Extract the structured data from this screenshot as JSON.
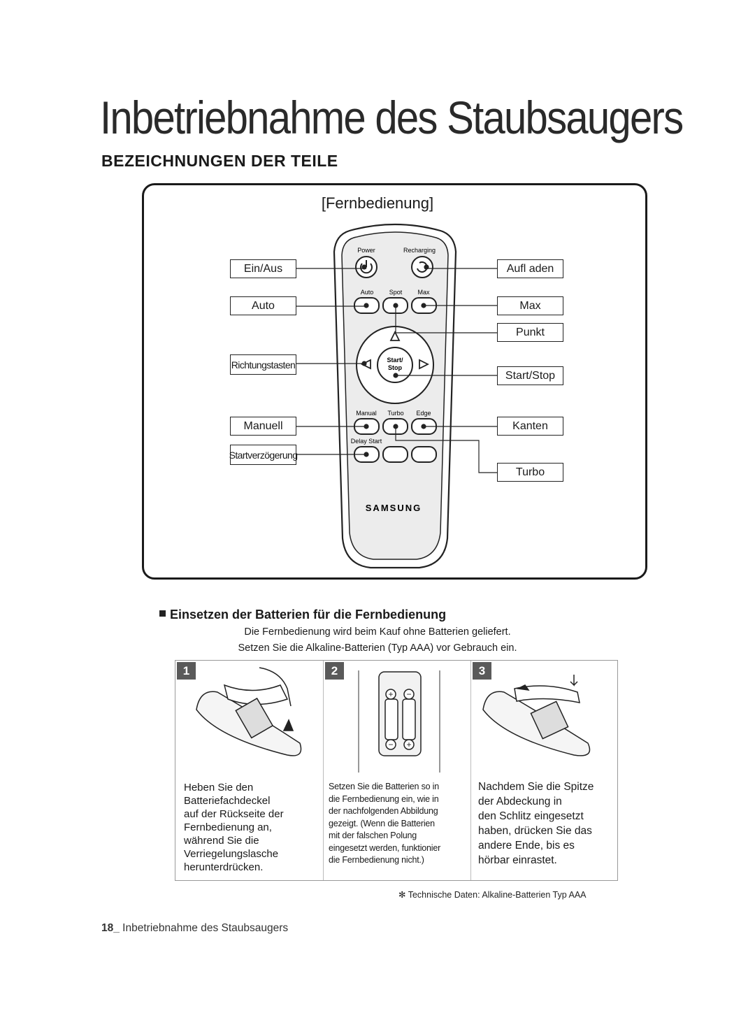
{
  "page": {
    "title": "Inbetriebnahme des Staubsaugers",
    "section_heading": "BEZEICHNUNGEN DER TEILE"
  },
  "diagram": {
    "title": "[Fernbedienung]",
    "remote_labels": {
      "power": "Power",
      "recharging": "Recharging",
      "auto": "Auto",
      "spot": "Spot",
      "max": "Max",
      "start_stop_line1": "Start/",
      "start_stop_line2": "Stop",
      "manual": "Manual",
      "turbo": "Turbo",
      "edge": "Edge",
      "delay_start": "Delay Start",
      "brand": "SAMSUNG"
    },
    "callouts_left": [
      "Ein/Aus",
      "Auto",
      "Richtungstasten",
      "Manuell",
      "Startverzögerung"
    ],
    "callouts_right": [
      "Aufl aden",
      "Max",
      "Punkt",
      "Start/Stop",
      "Kanten",
      "Turbo"
    ]
  },
  "batteries": {
    "heading": "Einsetzen der Batterien für die Fernbedienung",
    "intro_1": "Die Fernbedienung wird beim Kauf ohne Batterien geliefert.",
    "intro_2": "Setzen Sie die Alkaline-Batterien (Typ AAA) vor Gebrauch ein.",
    "steps": [
      {
        "number": "1",
        "text": "Heben Sie den\nBatteriefachdeckel\nauf der Rückseite der\nFernbedienung an,\nwährend Sie die\nVerriegelungslasche\nherunterdrücken."
      },
      {
        "number": "2",
        "text": "Setzen Sie die Batterien so in\ndie Fernbedienung ein, wie in\nder nachfolgenden Abbildung\ngezeigt. (Wenn die Batterien\nmit der falschen Polung\neingesetzt werden, funktionier\ndie Fernbedienung nicht.)"
      },
      {
        "number": "3",
        "text": "Nachdem Sie die Spitze\nder Abdeckung in\nden Schlitz eingesetzt\nhaben, drücken Sie das\nandere Ende, bis es\nhörbar einrastet."
      }
    ],
    "spec_note": "✻ Technische Daten: Alkaline-Batterien Typ AAA"
  },
  "footer": {
    "page_number": "18_",
    "text": " Inbetriebnahme des Staubsaugers"
  }
}
